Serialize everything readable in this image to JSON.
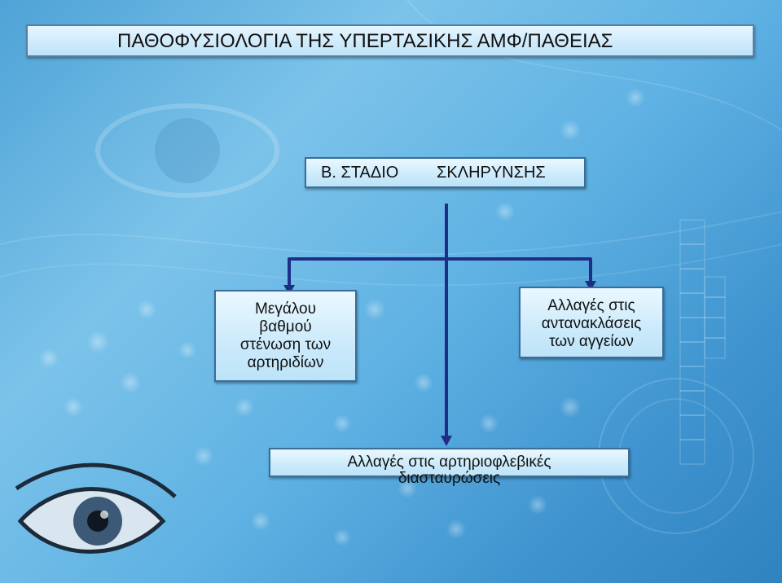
{
  "title": "ΠΑΘΟΦΥΣΙΟΛΟΓΙΑ ΤΗΣ ΥΠΕΡΤΑΣΙΚΗΣ ΑΜΦ/ΠΑΘΕΙΑΣ",
  "stage": {
    "prefix": "Β. ΣΤΑΔΙΟ",
    "name": "ΣΚΛΗΡΥΝΣΗΣ"
  },
  "nodes": {
    "left": [
      "Μεγάλου",
      "βαθμού",
      "στένωση των",
      "αρτηριδίων"
    ],
    "right": [
      "Αλλαγές στις",
      "αντανακλάσεις",
      "των αγγείων"
    ],
    "bottom": [
      "Αλλαγές στις αρτηριοφλεβικές",
      "διασταυρώσεις"
    ]
  },
  "colors": {
    "arrow": "#1f2d86",
    "box_border": "#3a6d99",
    "background": "#5fb2e3"
  }
}
